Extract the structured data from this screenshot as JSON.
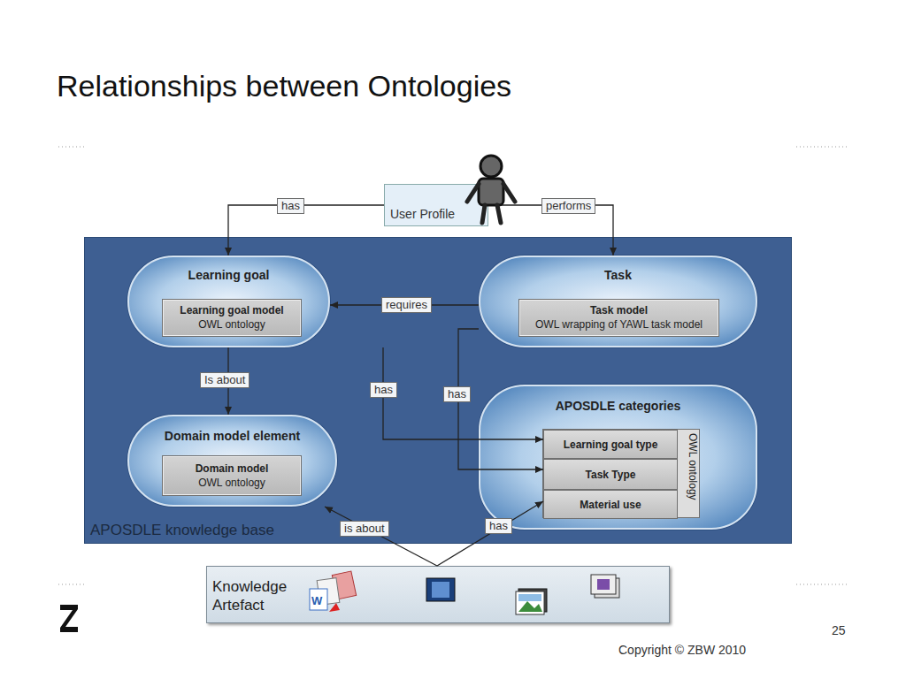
{
  "diagram": {
    "title": "Relationships between Ontologies",
    "nodes": [
      {
        "text": [
          "User Profile"
        ]
      },
      {
        "text": [
          "APOSDLE knowledge base"
        ]
      },
      {
        "text": [
          "Learning goal"
        ],
        "in": 1
      },
      {
        "text": [
          "Learning goal model",
          "OWL ontology"
        ],
        "in": 2
      },
      {
        "text": [
          "Task"
        ],
        "in": 1
      },
      {
        "text": [
          "Task model",
          "OWL wrapping of YAWL task model"
        ],
        "in": 4
      },
      {
        "text": [
          "Domain model element"
        ],
        "in": 1
      },
      {
        "text": [
          "Domain model",
          "OWL ontology"
        ],
        "in": 6
      },
      {
        "text": [
          "APOSDLE categories"
        ],
        "in": 1
      },
      {
        "text": [
          "OWL ontology"
        ],
        "in": 8
      },
      {
        "text": [
          "Learning goal type"
        ],
        "in": 9
      },
      {
        "text": [
          "Task Type"
        ],
        "in": 9
      },
      {
        "text": [
          "Material use"
        ],
        "in": 9
      },
      {
        "text": [
          "Knowledge Artefact"
        ]
      }
    ],
    "edges": [
      {
        "from": 0,
        "to": 2,
        "label": "has",
        "arrow": "to"
      },
      {
        "from": 0,
        "to": 4,
        "label": "performs",
        "arrow": "to"
      },
      {
        "from": 4,
        "to": 2,
        "label": "requires",
        "arrow": "to"
      },
      {
        "from": 2,
        "to": 6,
        "label": "Is about",
        "arrow": "to"
      },
      {
        "from": 2,
        "to": 10,
        "label": "has",
        "arrow": "to"
      },
      {
        "from": 4,
        "to": 11,
        "label": "has",
        "arrow": "to"
      },
      {
        "from": 13,
        "to": 6,
        "label": "is about",
        "arrow": "to"
      },
      {
        "from": 13,
        "to": 12,
        "label": "has",
        "arrow": "to"
      }
    ],
    "labels": [
      "Copyright © ZBW 2010",
      "25"
    ]
  }
}
